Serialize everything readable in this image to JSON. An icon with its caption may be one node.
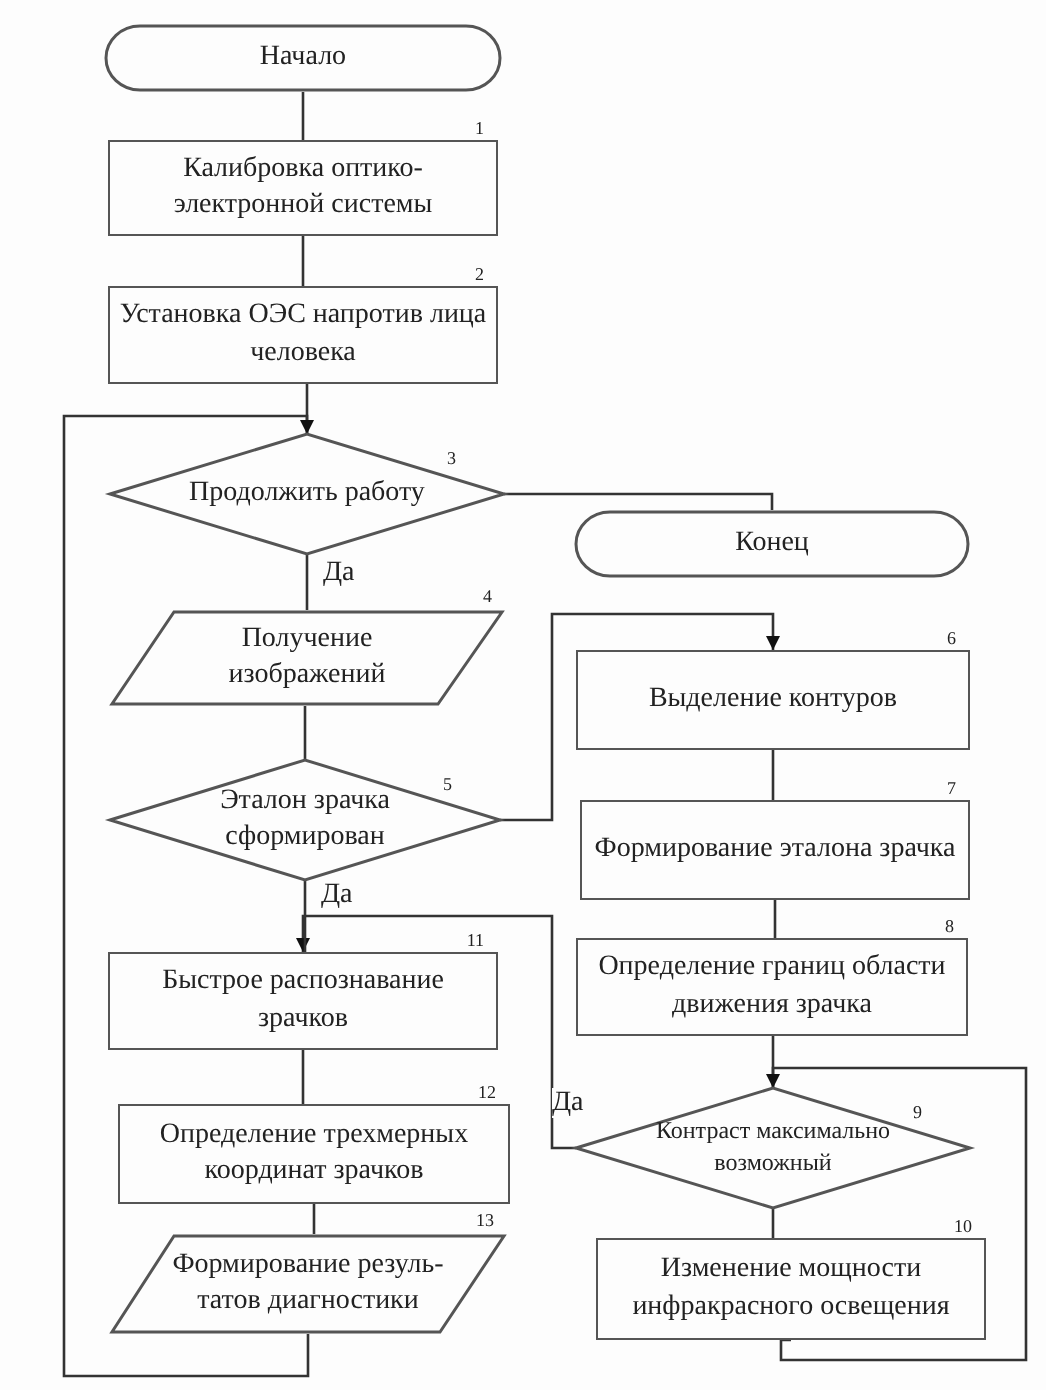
{
  "diagram": {
    "nodes": [
      {
        "text": [
          "Начало"
        ]
      },
      {
        "text": [
          "Калибровка оптико-электронной системы"
        ],
        "beside": [
          "1"
        ]
      },
      {
        "text": [
          "Установка ОЭС напротив лица человека"
        ],
        "beside": [
          "2"
        ]
      },
      {
        "text": [
          "Продолжить работу"
        ],
        "beside": [
          "3"
        ]
      },
      {
        "text": [
          "Конец"
        ]
      },
      {
        "text": [
          "Получение изображений"
        ],
        "beside": [
          "4"
        ]
      },
      {
        "text": [
          "Эталон зрачка сформирован"
        ],
        "beside": [
          "5"
        ]
      },
      {
        "text": [
          "Выделение контуров"
        ],
        "beside": [
          "6"
        ]
      },
      {
        "text": [
          "Формирование эталона зрачка"
        ],
        "beside": [
          "7"
        ]
      },
      {
        "text": [
          "Определение границ области движения зрачка"
        ],
        "beside": [
          "8"
        ]
      },
      {
        "text": [
          "Контраст максимально возможный"
        ],
        "beside": [
          "9"
        ]
      },
      {
        "text": [
          "Изменение мощности инфракрасного освещения"
        ],
        "beside": [
          "10"
        ]
      },
      {
        "text": [
          "Быстрое распознавание зрачков"
        ],
        "beside": [
          "11"
        ]
      },
      {
        "text": [
          "Определение трехмерных координат зрачков"
        ],
        "beside": [
          "12"
        ]
      },
      {
        "text": [
          "Формирование резуль- татов диагностики"
        ],
        "beside": [
          "13"
        ]
      }
    ],
    "edges": [
      {
        "from": 0,
        "to": 1,
        "arrow": "none"
      },
      {
        "from": 1,
        "to": 2,
        "arrow": "none"
      },
      {
        "from": 2,
        "to": 3,
        "arrow": "none"
      },
      {
        "from": 3,
        "to": 4,
        "arrow": "none"
      },
      {
        "from": 3,
        "to": 5,
        "label": "Да",
        "arrow": "none"
      },
      {
        "from": 5,
        "to": 6,
        "arrow": "none"
      },
      {
        "from": 6,
        "to": 7,
        "arrow": "to"
      },
      {
        "from": 7,
        "to": 8,
        "arrow": "none"
      },
      {
        "from": 8,
        "to": 9,
        "arrow": "none"
      },
      {
        "from": 9,
        "to": 10,
        "arrow": "none"
      },
      {
        "from": 10,
        "to": 11,
        "arrow": "none"
      },
      {
        "from": 11,
        "to": 10,
        "arrow": "to"
      },
      {
        "from": 10,
        "to": 12,
        "label": "Да",
        "arrow": "to"
      },
      {
        "from": 6,
        "to": 12,
        "label": "Да",
        "arrow": "none"
      },
      {
        "from": 12,
        "to": 13,
        "arrow": "none"
      },
      {
        "from": 13,
        "to": 14,
        "arrow": "none"
      },
      {
        "from": 14,
        "to": 3,
        "arrow": "to"
      }
    ]
  }
}
